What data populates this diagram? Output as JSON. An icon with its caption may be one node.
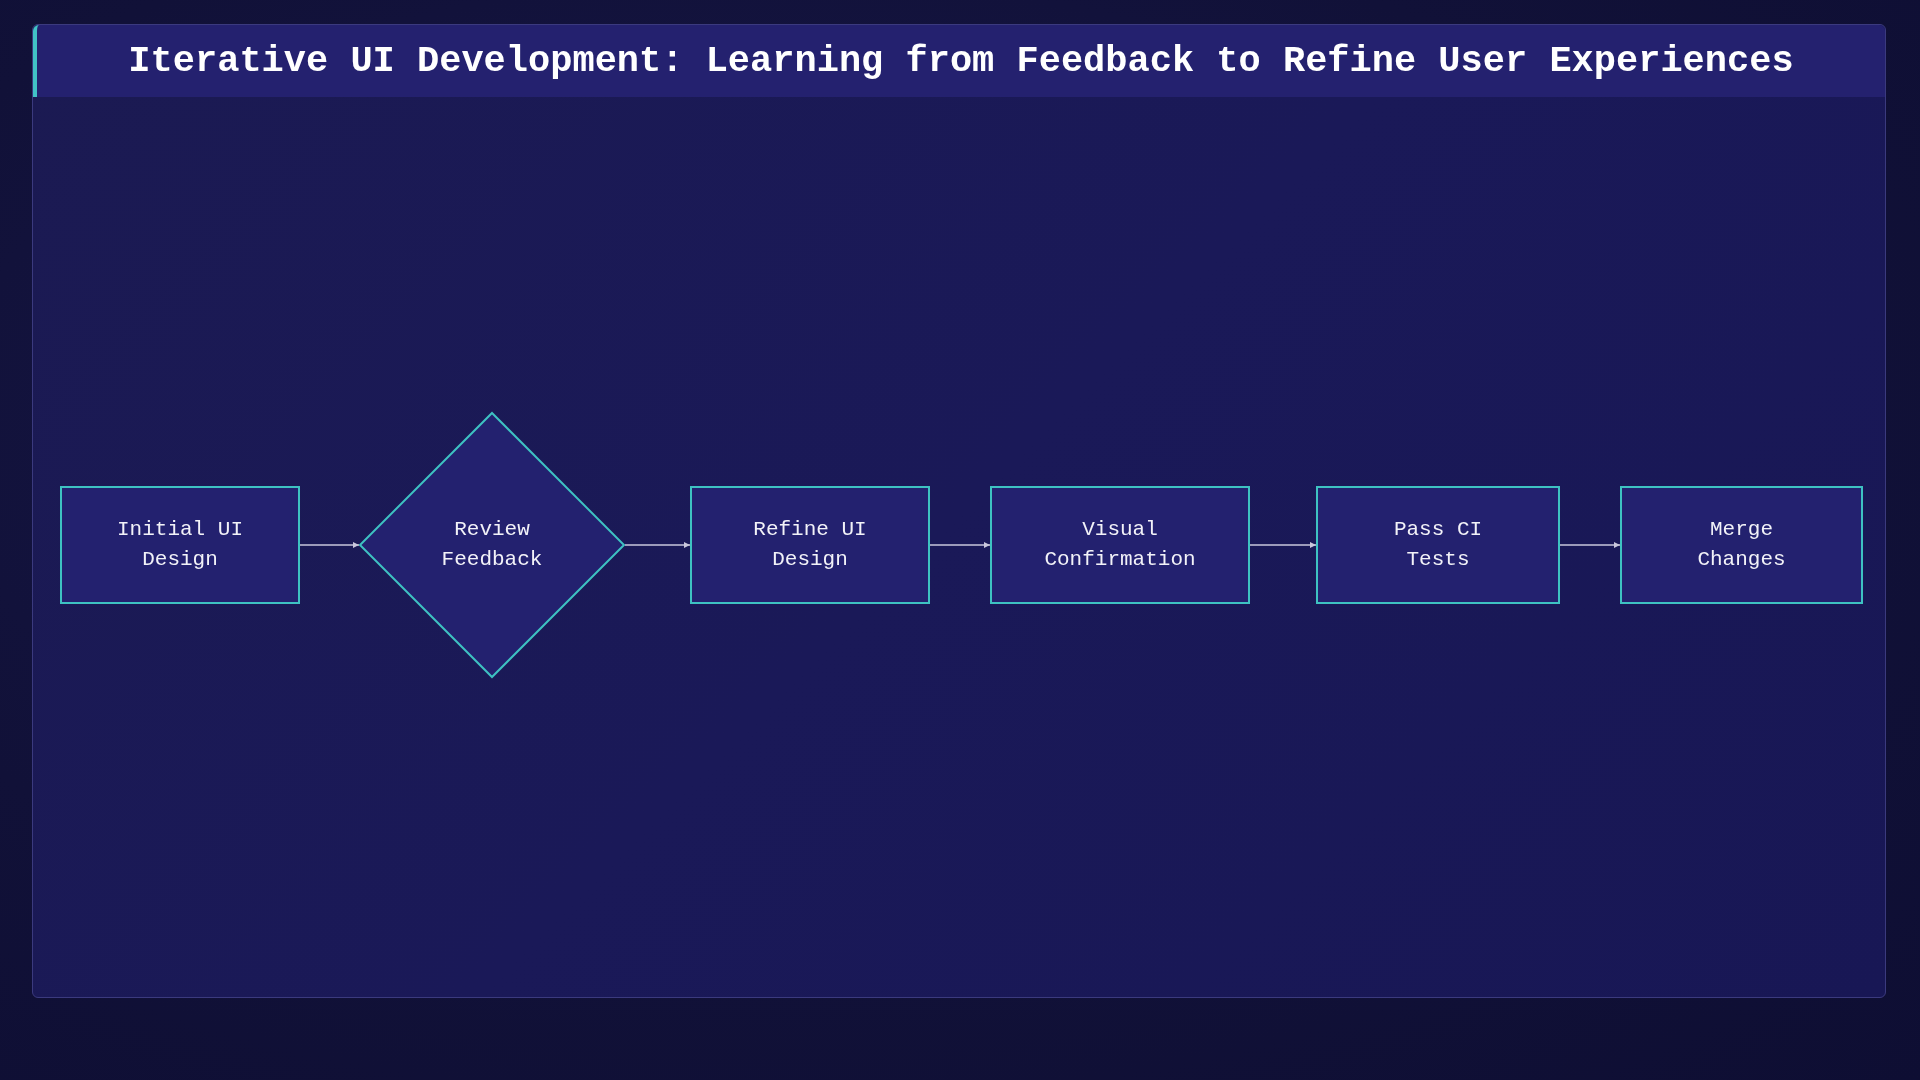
{
  "diagram": {
    "title": "Iterative UI Development: Learning from Feedback to Refine User Experiences",
    "nodes": [
      {
        "text": [
          "Initial UI Design"
        ]
      },
      {
        "text": [
          "Review Feedback"
        ]
      },
      {
        "text": [
          "Refine UI Design"
        ]
      },
      {
        "text": [
          "Visual Confirmation"
        ]
      },
      {
        "text": [
          "Pass CI Tests"
        ]
      },
      {
        "text": [
          "Merge Changes"
        ]
      }
    ],
    "edges": [
      {
        "from": 0,
        "to": 1,
        "arrow": "to"
      },
      {
        "from": 1,
        "to": 2,
        "arrow": "to"
      },
      {
        "from": 2,
        "to": 3,
        "arrow": "to"
      },
      {
        "from": 3,
        "to": 4,
        "arrow": "to"
      },
      {
        "from": 4,
        "to": 5,
        "arrow": "to"
      }
    ]
  }
}
